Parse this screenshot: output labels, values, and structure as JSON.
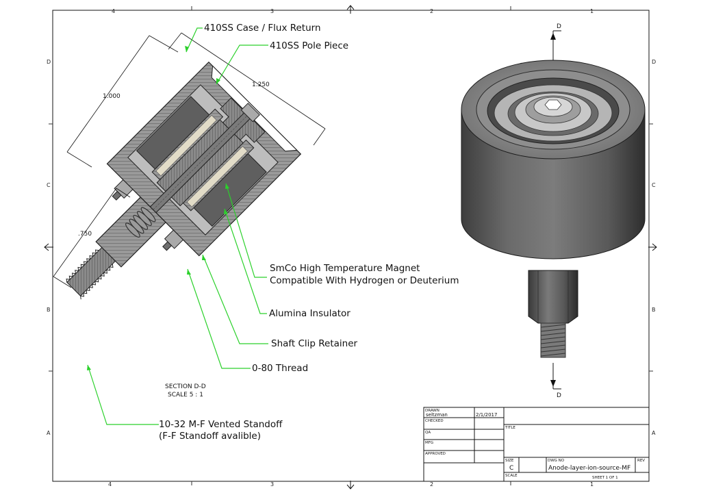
{
  "zones": {
    "top": [
      "4",
      "3",
      "2",
      "1"
    ],
    "bottom": [
      "4",
      "3",
      "2",
      "1"
    ],
    "left": [
      "D",
      "C",
      "B",
      "A"
    ],
    "right": [
      "D",
      "C",
      "B",
      "A"
    ]
  },
  "section_marker_label": "D",
  "dimensions": {
    "height": "1.000",
    "width": "1.250",
    "standoff": ".750"
  },
  "callouts": {
    "case": "410SS Case / Flux Return",
    "pole": "410SS Pole Piece",
    "magnet_line1": "SmCo High Temperature Magnet",
    "magnet_line2": "Compatible With Hydrogen or Deuterium",
    "insulator": "Alumina Insulator",
    "clip": "Shaft Clip Retainer",
    "thread": "0-80 Thread",
    "standoff_line1": "10-32 M-F Vented Standoff",
    "standoff_line2": "(F-F Standoff avalible)"
  },
  "section_title": "SECTION D-D",
  "section_scale": "SCALE 5 : 1",
  "title_block": {
    "drawn_label": "DRAWN",
    "drawn_by": "seltzman",
    "drawn_date": "2/1/2017",
    "checked_label": "CHECKED",
    "qa_label": "QA",
    "mfg_label": "MFG",
    "approved_label": "APPROVED",
    "title_label": "TITLE",
    "size_label": "SIZE",
    "size_value": "C",
    "dwg_label": "DWG NO",
    "dwg_value": "Anode-layer-ion-source-MF",
    "rev_label": "REV",
    "scale_label": "SCALE",
    "sheet_value": "SHEET 1  OF 1"
  },
  "colors": {
    "leader": "#2bd12b",
    "metal": "#8c8c8c",
    "ceramic": "#d9d4c3"
  }
}
